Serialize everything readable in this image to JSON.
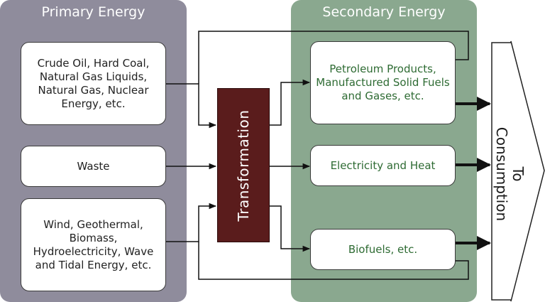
{
  "panels": {
    "primary_title": "Primary Energy",
    "secondary_title": "Secondary Energy"
  },
  "primary_sources": [
    "Crude Oil, Hard Coal, Natural Gas Liquids, Natural Gas, Nuclear Energy, etc.",
    "Waste",
    "Wind, Geothermal, Biomass, Hydroelectricity, Wave and Tidal Energy, etc."
  ],
  "process": {
    "label": "Transformation"
  },
  "secondary_products": [
    "Petroleum Products, Manufactured Solid Fuels and Gases, etc.",
    "Electricity and Heat",
    "Biofuels, etc."
  ],
  "destination": {
    "line1": "To",
    "line2": "Consumption"
  },
  "colors": {
    "primary_panel": "#8f8c9c",
    "secondary_panel": "#8aa88f",
    "transformation": "#5a1c1c",
    "secondary_text": "#2e6b33"
  }
}
